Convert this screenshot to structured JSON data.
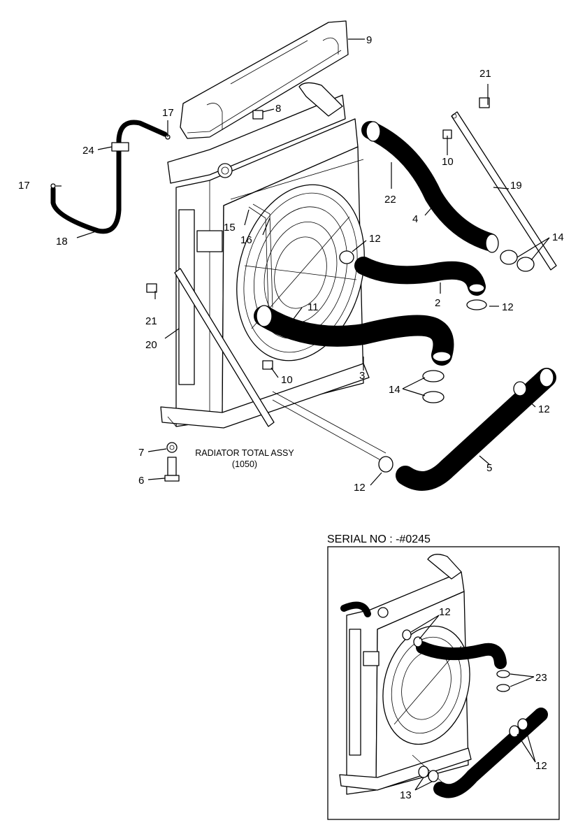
{
  "main_caption": {
    "line1": "RADIATOR TOTAL ASSY",
    "line2": "(1050)"
  },
  "inset": {
    "title": "SERIAL NO : -#0245"
  },
  "callouts": {
    "c2": "2",
    "c3": "3",
    "c4": "4",
    "c5": "5",
    "c6": "6",
    "c7": "7",
    "c8": "8",
    "c9": "9",
    "c10a": "10",
    "c10b": "10",
    "c11": "11",
    "c12a": "12",
    "c12b": "12",
    "c12c": "12",
    "c12d": "12",
    "c14a": "14",
    "c14b": "14",
    "c15": "15",
    "c16": "16",
    "c17a": "17",
    "c17b": "17",
    "c18": "18",
    "c19": "19",
    "c20": "20",
    "c21a": "21",
    "c21b": "21",
    "c22": "22",
    "c24": "24",
    "i12a": "12",
    "i12b": "12",
    "i13": "13",
    "i23": "23"
  }
}
